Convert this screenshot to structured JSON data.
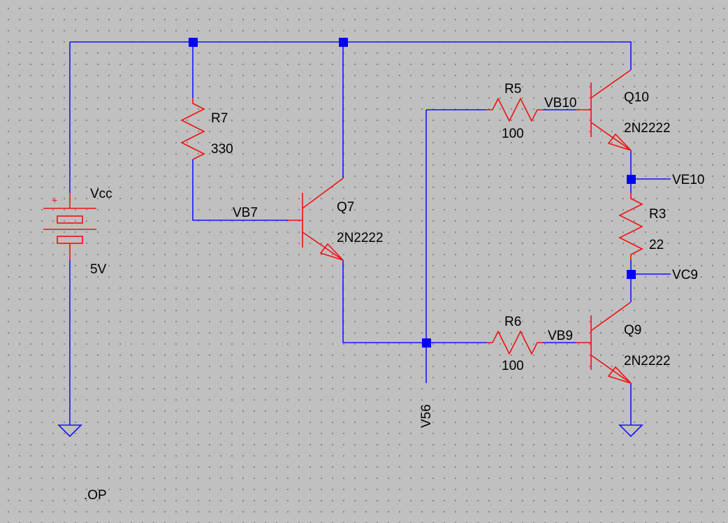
{
  "supply": {
    "name": "Vcc",
    "value": "5V",
    "plus": "+"
  },
  "components": {
    "R7": {
      "name": "R7",
      "value": "330"
    },
    "R5": {
      "name": "R5",
      "value": "100"
    },
    "R6": {
      "name": "R6",
      "value": "100"
    },
    "R3": {
      "name": "R3",
      "value": "22"
    },
    "Q7": {
      "name": "Q7",
      "model": "2N2222"
    },
    "Q10": {
      "name": "Q10",
      "model": "2N2222"
    },
    "Q9": {
      "name": "Q9",
      "model": "2N2222"
    }
  },
  "nets": {
    "VB7": "VB7",
    "VB10": "VB10",
    "VB9": "VB9",
    "VE10": "VE10",
    "VC9": "VC9",
    "V56": "V56"
  },
  "directive": ".OP",
  "colors": {
    "wire": "#1414ff",
    "component": "#f01010",
    "junction": "#0000ff",
    "background": "#c0c0c0"
  }
}
